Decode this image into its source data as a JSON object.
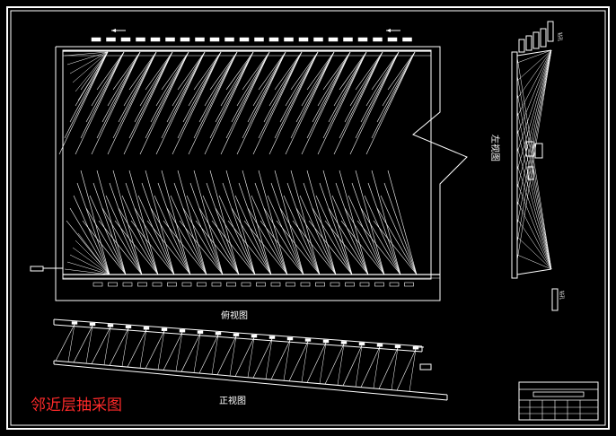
{
  "views": {
    "top_view_label": "俯视图",
    "front_view_label": "正视图",
    "left_view_label": "左视图"
  },
  "caption": "邻近层抽采图",
  "colors": {
    "background": "#000000",
    "lines": "#ffffff",
    "caption": "#ff2a2a"
  }
}
